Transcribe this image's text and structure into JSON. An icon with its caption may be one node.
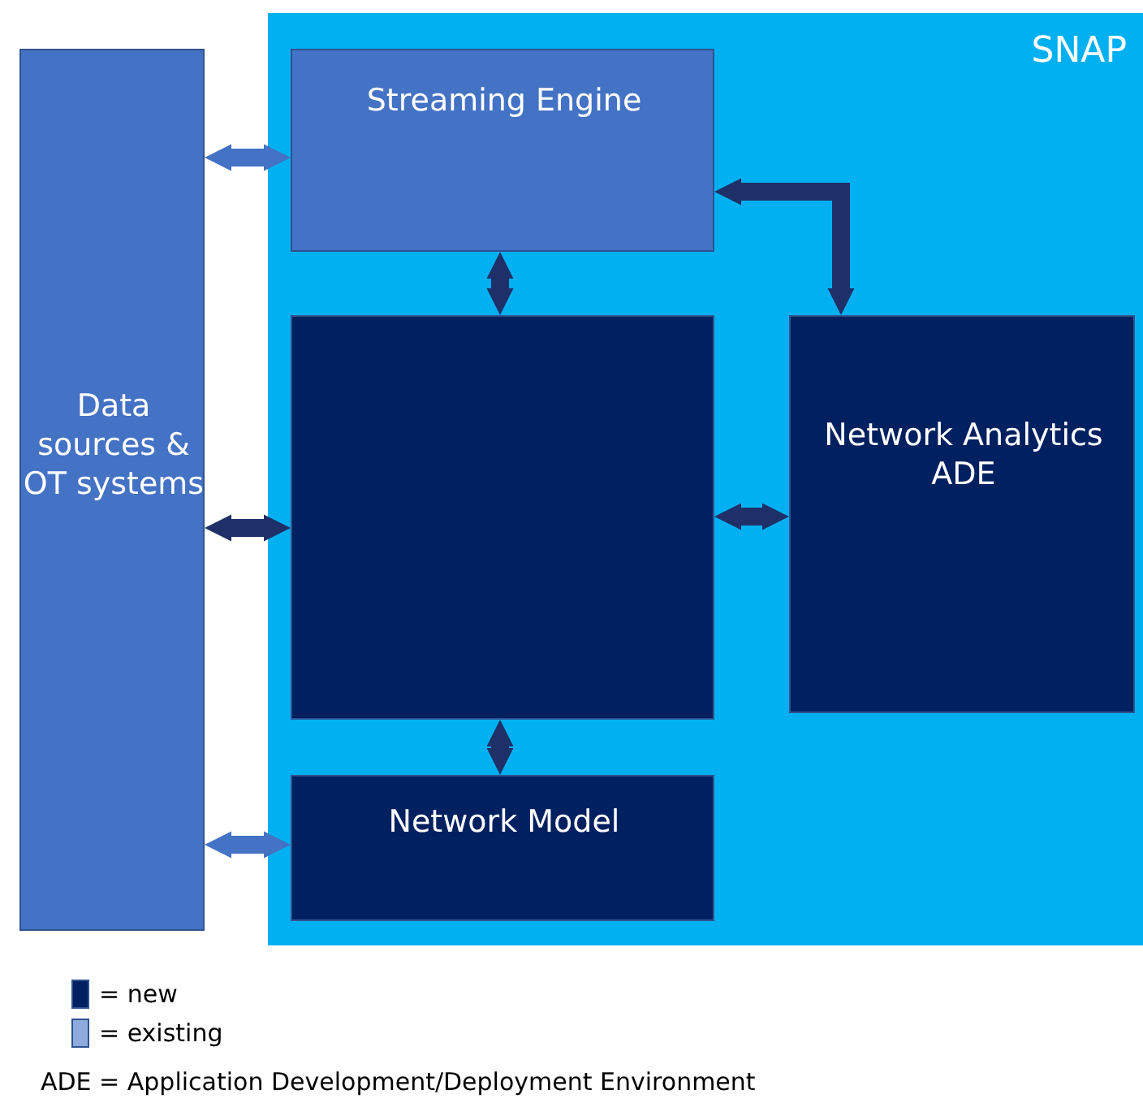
{
  "diagram": {
    "nodes": [
      {
        "text": [
          "SNAP"
        ]
      },
      {
        "text": [
          "Data sources & OT systems"
        ]
      },
      {
        "text": [
          "Streaming Engine"
        ],
        "in": 0
      },
      {
        "text": [],
        "shape": "box",
        "in": 0
      },
      {
        "text": [
          "Network Analytics ADE"
        ],
        "in": 0
      },
      {
        "text": [
          "Network Model"
        ],
        "in": 0
      }
    ],
    "edges": [
      {
        "from": 1,
        "to": 2,
        "arrow": "both",
        "color": "#4472c4"
      },
      {
        "from": 1,
        "to": 3,
        "arrow": "both"
      },
      {
        "from": 1,
        "to": 5,
        "arrow": "both",
        "color": "#4472c4"
      },
      {
        "from": 2,
        "to": 3,
        "arrow": "both"
      },
      {
        "from": 3,
        "to": 4,
        "arrow": "both"
      },
      {
        "from": 3,
        "to": 5,
        "arrow": "both"
      },
      {
        "from": 2,
        "to": 4,
        "arrow": "both"
      }
    ],
    "labels": [
      "ADE = Application Development/Deployment Environment"
    ],
    "legend": [
      {
        "text": "= new",
        "color": "#002060"
      },
      {
        "text": "= existing",
        "color": "#8faadc"
      }
    ]
  }
}
